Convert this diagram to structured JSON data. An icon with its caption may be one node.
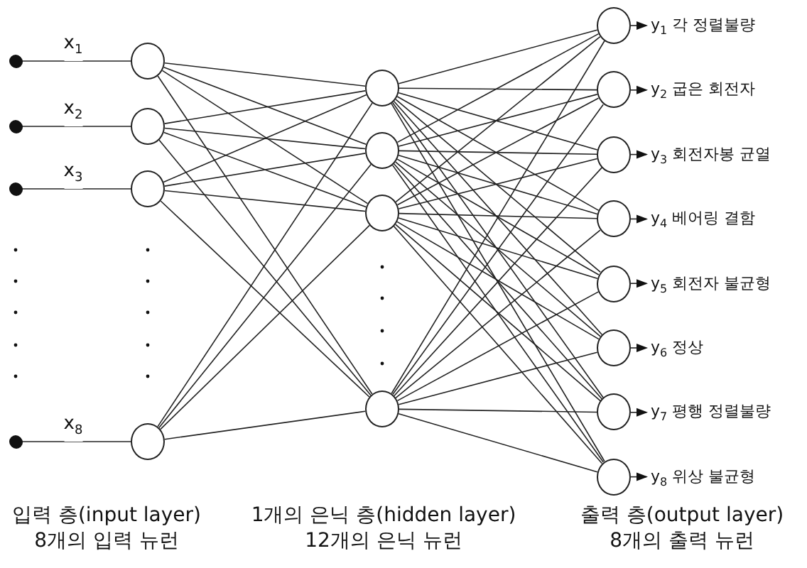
{
  "diagram": {
    "nodes": [
      {
        "text": [],
        "shape": "circle"
      },
      {
        "text": [],
        "shape": "circle"
      },
      {
        "text": [],
        "shape": "circle"
      },
      {
        "text": [],
        "shape": "circle"
      },
      {
        "text": [],
        "shape": "circle"
      },
      {
        "text": [],
        "shape": "circle"
      },
      {
        "text": [],
        "shape": "circle"
      },
      {
        "text": [],
        "shape": "circle"
      },
      {
        "text": [],
        "shape": "circle"
      },
      {
        "text": [],
        "shape": "circle"
      },
      {
        "text": [],
        "shape": "circle"
      },
      {
        "text": [],
        "shape": "circle"
      },
      {
        "text": [],
        "shape": "circle"
      },
      {
        "text": [],
        "shape": "circle"
      },
      {
        "text": [],
        "shape": "circle"
      },
      {
        "text": [],
        "shape": "circle"
      },
      {
        "text": [],
        "shape": "circle"
      },
      {
        "text": [],
        "shape": "circle"
      },
      {
        "text": [],
        "shape": "circle"
      },
      {
        "text": [],
        "shape": "circle"
      },
      {
        "text": [
          "y$_{1}$ 각 정렬불량"
        ]
      },
      {
        "text": [
          "y$_{2}$ 굽은 회전자"
        ]
      },
      {
        "text": [
          "y$_{3}$ 회전자봉 균열"
        ]
      },
      {
        "text": [
          "y$_{4}$ 베어링 결함"
        ]
      },
      {
        "text": [
          "y$_{5}$ 회전자 불균형"
        ]
      },
      {
        "text": [
          "y$_{6}$ 정상"
        ]
      },
      {
        "text": [
          "y$_{7}$ 평행 정렬불량"
        ]
      },
      {
        "text": [
          "y$_{8}$ 위상 불균형"
        ]
      }
    ],
    "edges": [
      {
        "from": 0,
        "to": 4,
        "arrow": "other",
        "label": "x$_{1}$"
      },
      {
        "from": 1,
        "to": 5,
        "arrow": "other",
        "label": "x$_{2}$"
      },
      {
        "from": 2,
        "to": 6,
        "arrow": "other",
        "label": "x$_{3}$"
      },
      {
        "from": 3,
        "to": 7,
        "arrow": "other",
        "label": "x$_{8}$"
      },
      {
        "from": 4,
        "to": 8,
        "arrow": "none"
      },
      {
        "from": 4,
        "to": 9,
        "arrow": "none"
      },
      {
        "from": 4,
        "to": 10,
        "arrow": "none"
      },
      {
        "from": 4,
        "to": 11,
        "arrow": "none"
      },
      {
        "from": 5,
        "to": 8,
        "arrow": "none"
      },
      {
        "from": 5,
        "to": 9,
        "arrow": "none"
      },
      {
        "from": 5,
        "to": 10,
        "arrow": "none"
      },
      {
        "from": 5,
        "to": 11,
        "arrow": "none"
      },
      {
        "from": 6,
        "to": 8,
        "arrow": "none"
      },
      {
        "from": 6,
        "to": 9,
        "arrow": "none"
      },
      {
        "from": 6,
        "to": 10,
        "arrow": "none"
      },
      {
        "from": 6,
        "to": 11,
        "arrow": "none"
      },
      {
        "from": 7,
        "to": 8,
        "arrow": "none"
      },
      {
        "from": 7,
        "to": 9,
        "arrow": "none"
      },
      {
        "from": 7,
        "to": 10,
        "arrow": "none"
      },
      {
        "from": 7,
        "to": 11,
        "arrow": "none"
      },
      {
        "from": 8,
        "to": 12,
        "arrow": "none"
      },
      {
        "from": 8,
        "to": 13,
        "arrow": "none"
      },
      {
        "from": 8,
        "to": 14,
        "arrow": "none"
      },
      {
        "from": 8,
        "to": 15,
        "arrow": "none"
      },
      {
        "from": 8,
        "to": 16,
        "arrow": "none"
      },
      {
        "from": 8,
        "to": 17,
        "arrow": "none"
      },
      {
        "from": 8,
        "to": 18,
        "arrow": "none"
      },
      {
        "from": 8,
        "to": 19,
        "arrow": "none"
      },
      {
        "from": 9,
        "to": 12,
        "arrow": "none"
      },
      {
        "from": 9,
        "to": 13,
        "arrow": "none"
      },
      {
        "from": 9,
        "to": 14,
        "arrow": "none"
      },
      {
        "from": 9,
        "to": 15,
        "arrow": "none"
      },
      {
        "from": 9,
        "to": 16,
        "arrow": "none"
      },
      {
        "from": 9,
        "to": 17,
        "arrow": "none"
      },
      {
        "from": 9,
        "to": 18,
        "arrow": "none"
      },
      {
        "from": 9,
        "to": 19,
        "arrow": "none"
      },
      {
        "from": 10,
        "to": 12,
        "arrow": "none"
      },
      {
        "from": 10,
        "to": 13,
        "arrow": "none"
      },
      {
        "from": 10,
        "to": 14,
        "arrow": "none"
      },
      {
        "from": 10,
        "to": 15,
        "arrow": "none"
      },
      {
        "from": 10,
        "to": 16,
        "arrow": "none"
      },
      {
        "from": 10,
        "to": 17,
        "arrow": "none"
      },
      {
        "from": 10,
        "to": 18,
        "arrow": "none"
      },
      {
        "from": 10,
        "to": 19,
        "arrow": "none"
      },
      {
        "from": 11,
        "to": 12,
        "arrow": "none"
      },
      {
        "from": 11,
        "to": 13,
        "arrow": "none"
      },
      {
        "from": 11,
        "to": 14,
        "arrow": "none"
      },
      {
        "from": 11,
        "to": 15,
        "arrow": "none"
      },
      {
        "from": 11,
        "to": 16,
        "arrow": "none"
      },
      {
        "from": 11,
        "to": 17,
        "arrow": "none"
      },
      {
        "from": 11,
        "to": 18,
        "arrow": "none"
      },
      {
        "from": 11,
        "to": 19,
        "arrow": "none"
      },
      {
        "from": 12,
        "to": 20,
        "arrow": "to"
      },
      {
        "from": 13,
        "to": 21,
        "arrow": "to"
      },
      {
        "from": 14,
        "to": 22,
        "arrow": "to"
      },
      {
        "from": 15,
        "to": 23,
        "arrow": "to"
      },
      {
        "from": 16,
        "to": 24,
        "arrow": "to"
      },
      {
        "from": 17,
        "to": 25,
        "arrow": "to"
      },
      {
        "from": 18,
        "to": 26,
        "arrow": "to"
      },
      {
        "from": 19,
        "to": 27,
        "arrow": "to"
      }
    ],
    "labels": [
      "입력 층(input layer)",
      "8개의 입력 뉴런",
      "1개의 은닉 층(hidden layer)",
      "12개의 은닉 뉴런",
      "출력 층(output layer)",
      "8개의 출력 뉴런"
    ]
  }
}
